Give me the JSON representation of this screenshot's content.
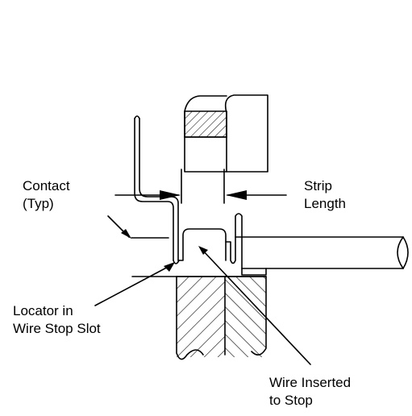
{
  "labels": {
    "contact_line1": "Contact",
    "contact_line2": "(Typ)",
    "strip_line1": "Strip",
    "strip_line2": "Length",
    "locator_line1": "Locator in",
    "locator_line2": "Wire Stop Slot",
    "wire_line1": "Wire Inserted",
    "wire_line2": "to Stop"
  },
  "colors": {
    "ink": "#000000",
    "background": "#ffffff"
  }
}
